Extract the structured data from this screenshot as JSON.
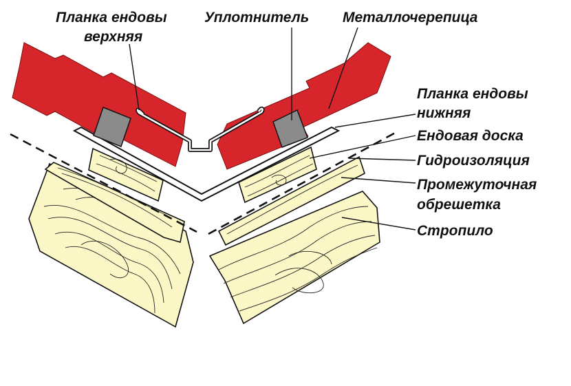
{
  "colors": {
    "tile": "#d7262b",
    "wood": "#fbf7c6",
    "seal": "#8b8b8b",
    "line": "#111111",
    "background": "#ffffff"
  },
  "labels": {
    "top_plank_line1": "Планка ендовы",
    "top_plank_line2": "верхняя",
    "seal": "Уплотнитель",
    "metal_tile": "Металлочерепица",
    "bottom_plank_line1": "Планка ендовы",
    "bottom_plank_line2": "нижняя",
    "valley_board": "Ендовая доска",
    "waterproofing": "Гидроизоляция",
    "batten_line1": "Промежуточная",
    "batten_line2": "обрешетка",
    "rafter": "Стропило"
  }
}
